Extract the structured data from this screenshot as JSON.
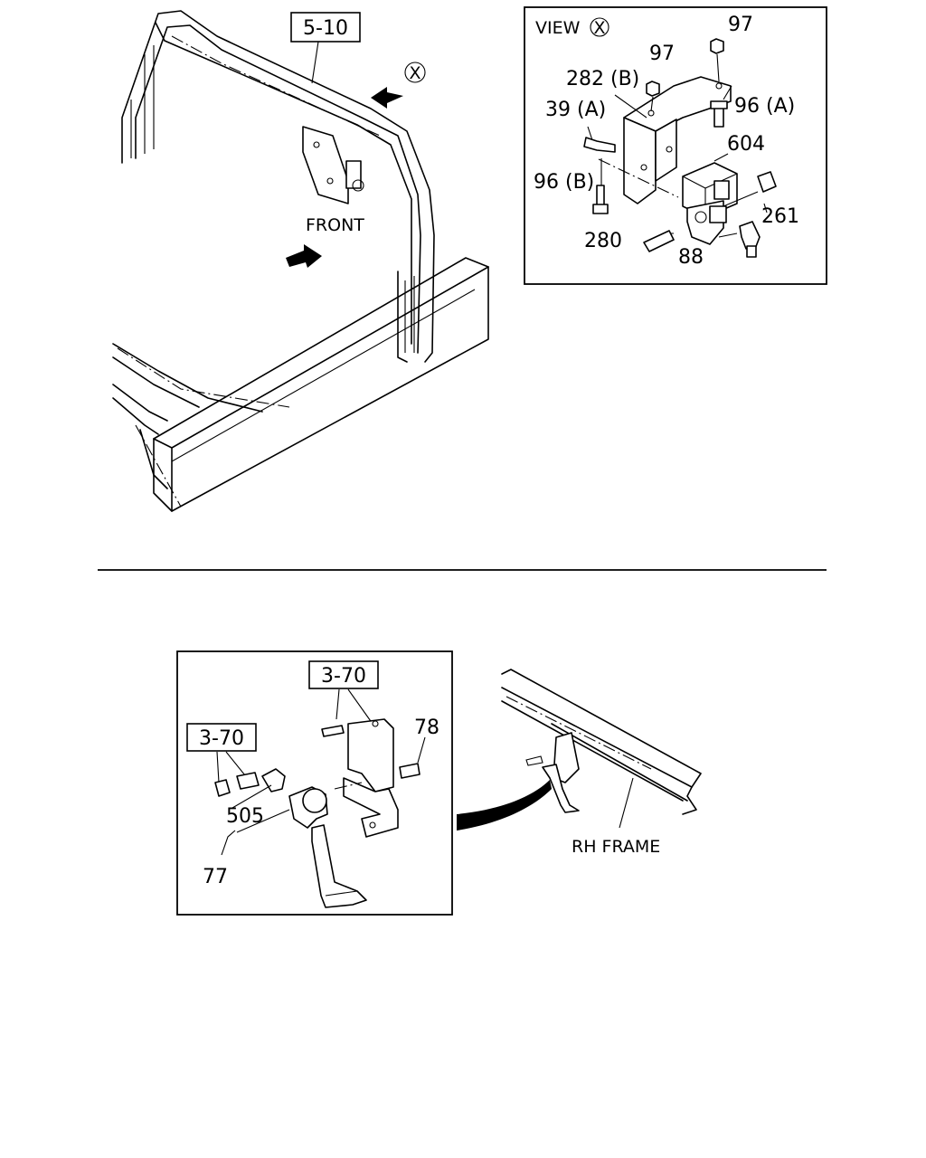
{
  "top_diagram": {
    "ref_box": "5-10",
    "view_marker": "X",
    "front_label": "FRONT",
    "inset": {
      "view_label": "VIEW",
      "view_marker": "X",
      "callouts": {
        "c97a": "97",
        "c97b": "97",
        "c282b": "282 (B)",
        "c96a": "96 (A)",
        "c39a": "39 (A)",
        "c604": "604",
        "c96b": "96 (B)",
        "c261": "261",
        "c280": "280",
        "c88": "88"
      }
    }
  },
  "bottom_diagram": {
    "inset": {
      "ref_box_top": "3-70",
      "ref_box_left": "3-70",
      "callouts": {
        "c78": "78",
        "c505": "505",
        "c77": "77"
      }
    },
    "frame_label": "RH FRAME"
  }
}
